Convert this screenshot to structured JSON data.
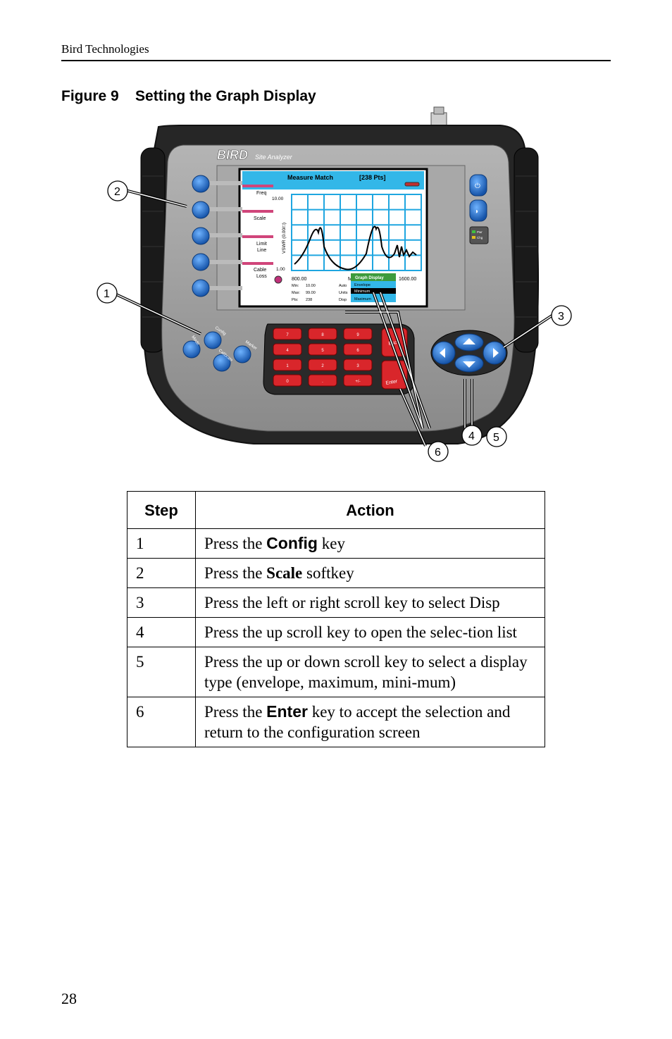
{
  "header": {
    "title": "Bird Technologies"
  },
  "figure": {
    "caption": "Figure 9    Setting the Graph Display",
    "device": {
      "brand": "BIRD",
      "model": "Site Analyzer",
      "screen": {
        "title": "Measure Match",
        "points": "[238 Pts]",
        "softkeys": [
          "Freq",
          "Scale",
          "Limit",
          "Line",
          "Cable",
          "Loss"
        ],
        "y_axis_label": "VSWR (0.00/□)",
        "y_top": "10.00",
        "y_bottom": "1.00",
        "x_start": "800.00",
        "x_end": "1600.00",
        "stats": [
          "Min:",
          "10.00",
          "Max:",
          "99.00",
          "Pts:",
          "238"
        ],
        "config_items": [
          "Auto",
          "Units",
          "Disp"
        ],
        "menu_title": "Graph Display",
        "menu_items": [
          "Envelope",
          "Minimum",
          "Maximum"
        ],
        "menu_selected": "Minimum",
        "x_mid_partial": "M"
      },
      "side_keys": [
        "Pwr",
        "Chg"
      ],
      "left_keys": [
        "Config",
        "Mode",
        "Marker",
        "Calibrate"
      ],
      "keypad": [
        "7",
        "8",
        "9",
        "4",
        "5",
        "6",
        "1",
        "2",
        "3",
        "0",
        ".",
        "+/-"
      ],
      "esc_label": "Esc",
      "enter_label": "Enter",
      "callouts": [
        "1",
        "2",
        "3",
        "4",
        "5",
        "6"
      ]
    }
  },
  "table": {
    "headers": [
      "Step",
      "Action"
    ],
    "rows": [
      {
        "step": "1",
        "pre": "Press the ",
        "key": "Config",
        "post": " key"
      },
      {
        "step": "2",
        "pre": "Press the ",
        "key": "Scale",
        "post": " softkey"
      },
      {
        "step": "3",
        "text": "Press the left or right scroll key to select Disp"
      },
      {
        "step": "4",
        "text": "Press the up scroll key to open the selec-tion list"
      },
      {
        "step": "5",
        "text": "Press the up or down scroll key to select a display type (envelope, maximum, mini-mum)"
      },
      {
        "step": "6",
        "pre": "Press the ",
        "key": "Enter",
        "post": " key to accept the selection and return to the configuration screen"
      }
    ]
  },
  "footer": {
    "page_number": "28"
  },
  "colors": {
    "device_body": "#1e1e1e",
    "faceplate": "#9a9a9a",
    "screen_bg": "#ffffff",
    "screen_header": "#33b7e8",
    "grid": "#1fa6e0",
    "softkey_blue": "#1f6fc4",
    "keypad_red": "#d9262b",
    "menu_green": "#3d9b3d",
    "softkey_pink": "#d0457a"
  }
}
